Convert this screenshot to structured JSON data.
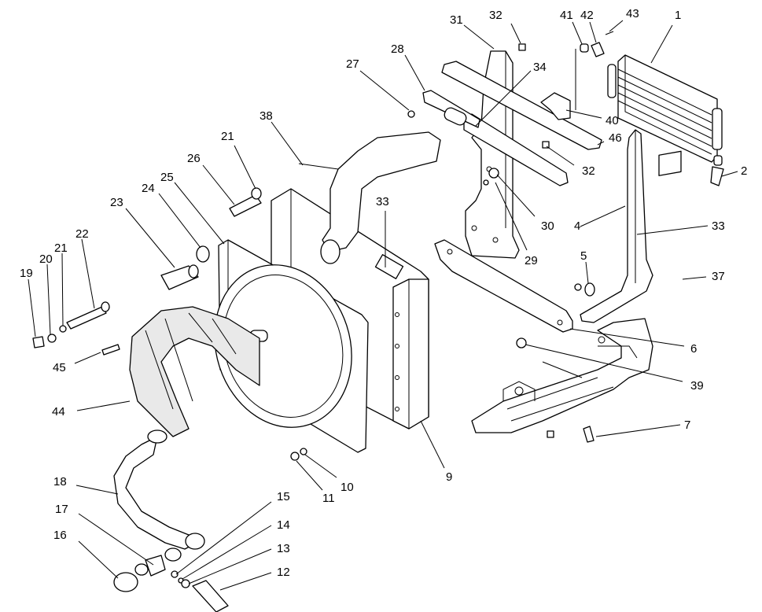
{
  "callouts": [
    {
      "id": "c1",
      "text": "1"
    },
    {
      "id": "c2",
      "text": "2"
    },
    {
      "id": "c4",
      "text": "4"
    },
    {
      "id": "c5",
      "text": "5"
    },
    {
      "id": "c6",
      "text": "6"
    },
    {
      "id": "c7",
      "text": "7"
    },
    {
      "id": "c9",
      "text": "9"
    },
    {
      "id": "c10",
      "text": "10"
    },
    {
      "id": "c11",
      "text": "11"
    },
    {
      "id": "c12",
      "text": "12"
    },
    {
      "id": "c13",
      "text": "13"
    },
    {
      "id": "c14",
      "text": "14"
    },
    {
      "id": "c15",
      "text": "15"
    },
    {
      "id": "c16",
      "text": "16"
    },
    {
      "id": "c17",
      "text": "17"
    },
    {
      "id": "c18",
      "text": "18"
    },
    {
      "id": "c19",
      "text": "19"
    },
    {
      "id": "c20",
      "text": "20"
    },
    {
      "id": "c21a",
      "text": "21"
    },
    {
      "id": "c21b",
      "text": "21"
    },
    {
      "id": "c22",
      "text": "22"
    },
    {
      "id": "c23",
      "text": "23"
    },
    {
      "id": "c24",
      "text": "24"
    },
    {
      "id": "c25",
      "text": "25"
    },
    {
      "id": "c26",
      "text": "26"
    },
    {
      "id": "c27",
      "text": "27"
    },
    {
      "id": "c28",
      "text": "28"
    },
    {
      "id": "c29",
      "text": "29"
    },
    {
      "id": "c30",
      "text": "30"
    },
    {
      "id": "c31",
      "text": "31"
    },
    {
      "id": "c32a",
      "text": "32"
    },
    {
      "id": "c32b",
      "text": "32"
    },
    {
      "id": "c33a",
      "text": "33"
    },
    {
      "id": "c33b",
      "text": "33"
    },
    {
      "id": "c34",
      "text": "34"
    },
    {
      "id": "c37",
      "text": "37"
    },
    {
      "id": "c38",
      "text": "38"
    },
    {
      "id": "c39",
      "text": "39"
    },
    {
      "id": "c40",
      "text": "40"
    },
    {
      "id": "c41",
      "text": "41"
    },
    {
      "id": "c42",
      "text": "42"
    },
    {
      "id": "c43",
      "text": "43"
    },
    {
      "id": "c44",
      "text": "44"
    },
    {
      "id": "c45",
      "text": "45"
    },
    {
      "id": "c46",
      "text": "46"
    }
  ]
}
